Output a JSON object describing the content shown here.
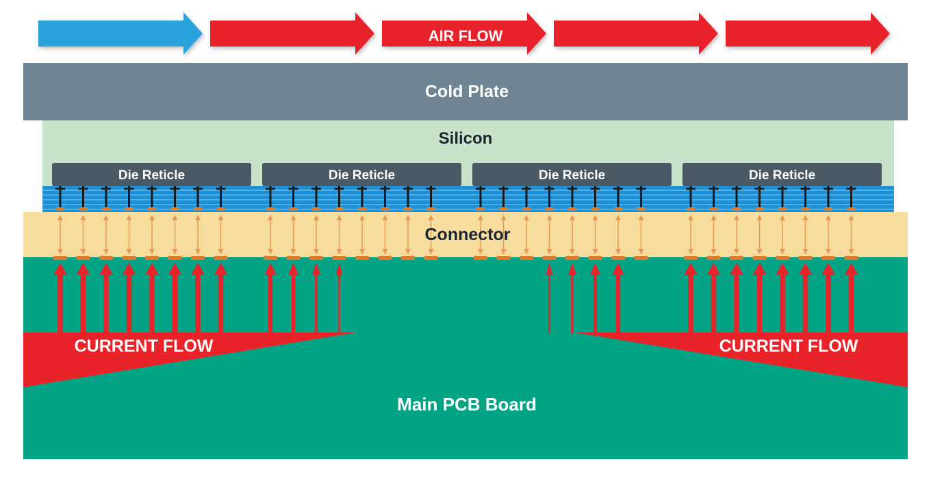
{
  "labels": {
    "air_flow": "AIR FLOW",
    "cold_plate": "Cold Plate",
    "silicon": "Silicon",
    "die_reticles": [
      "Die Reticle",
      "Die Reticle",
      "Die Reticle",
      "Die Reticle"
    ],
    "connector": "Connector",
    "current_flow_left": "CURRENT FLOW",
    "current_flow_right": "CURRENT FLOW",
    "pcb": "Main PCB Board"
  },
  "colors": {
    "air_cool": "#2aa3dc",
    "air_warm": "#e8232a",
    "cold_plate": "#6f8593",
    "silicon": "#c7e3c9",
    "die_reticle": "#4a5964",
    "interposer": "#1f8fd6",
    "connector": "#f6dd9d",
    "pcb": "#03a386",
    "current": "#e8232a",
    "pin": "#1a1a1a",
    "pad": "#e07a2e"
  },
  "air_flow_arrows": [
    {
      "color": "cool"
    },
    {
      "color": "warm"
    },
    {
      "color": "warm"
    },
    {
      "color": "warm"
    },
    {
      "color": "warm"
    }
  ],
  "current_arrow_strength": [
    [
      1,
      1,
      1,
      1,
      1,
      1,
      1,
      1
    ],
    [
      0.8,
      0.6,
      0.35,
      0.15,
      0,
      0,
      0,
      0
    ],
    [
      0,
      0,
      0,
      0.15,
      0.35,
      0.6,
      0.8,
      0
    ],
    [
      1,
      1,
      1,
      1,
      1,
      1,
      1,
      1
    ]
  ]
}
